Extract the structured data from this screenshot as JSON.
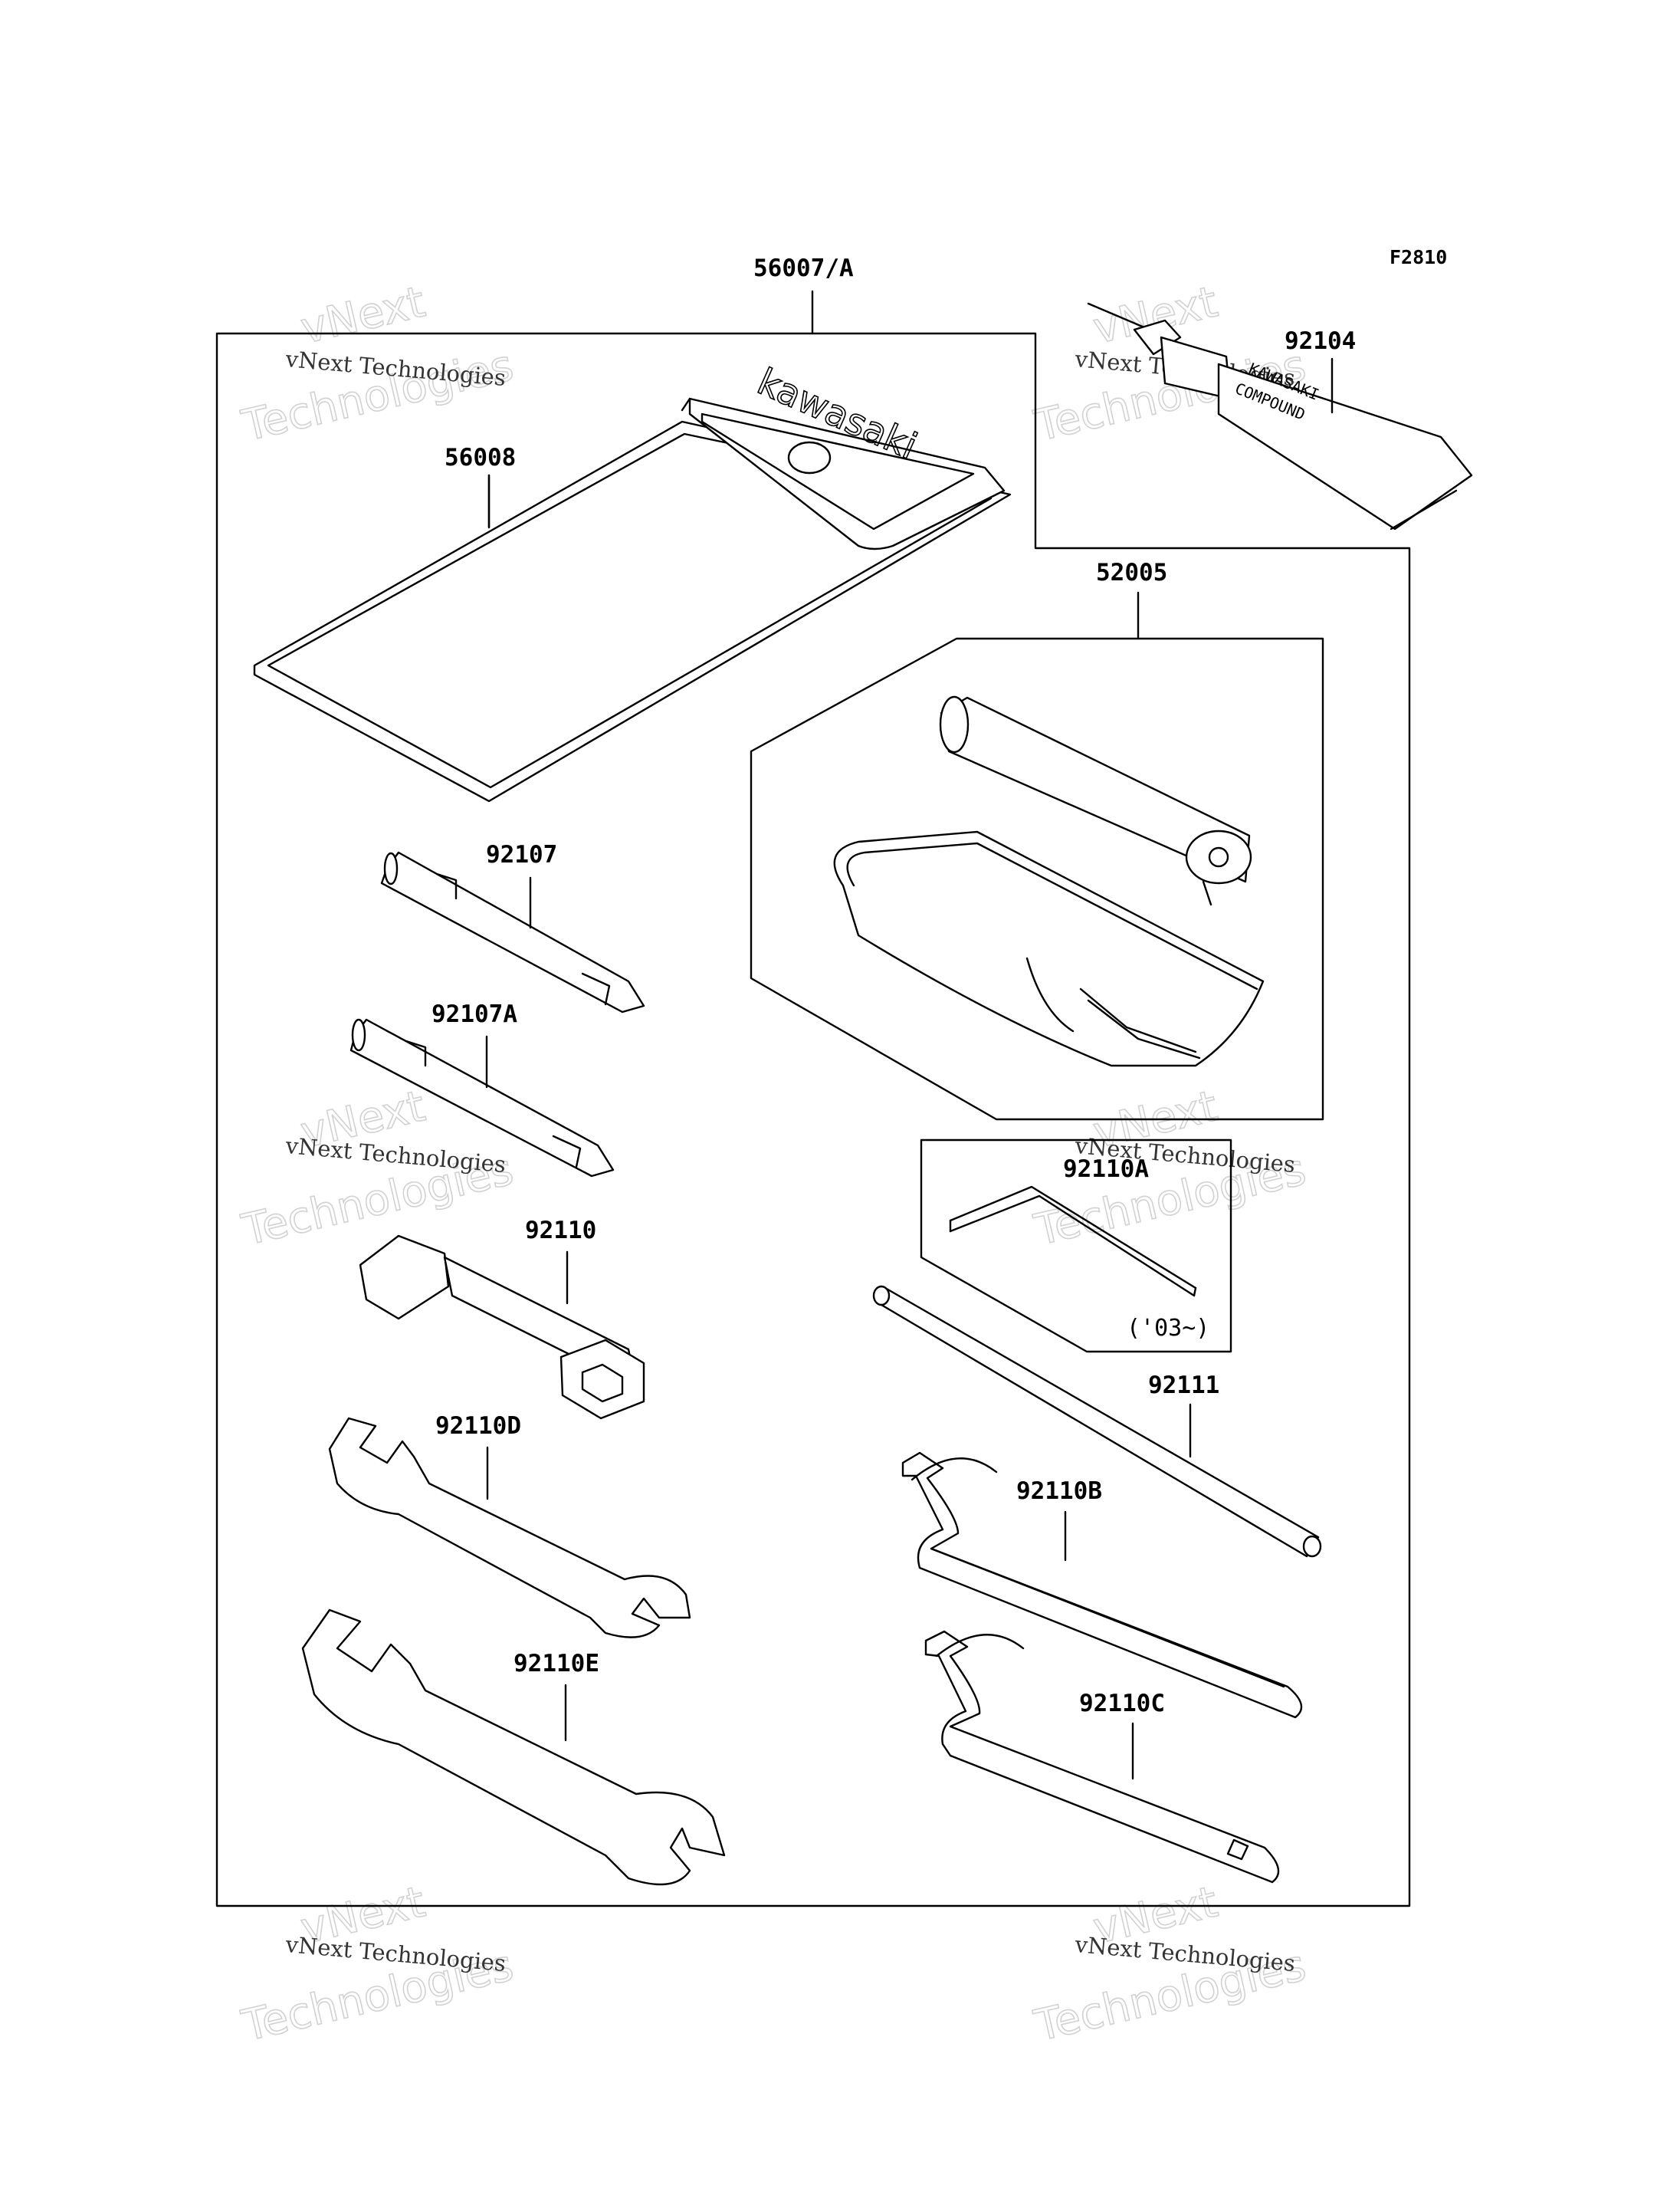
{
  "figure_code": "F2810",
  "labels": {
    "kit_assembly": "56007/A",
    "tool_bag": "56008",
    "grease": "92104",
    "tube_kit": "52005",
    "driver_bit": "92107",
    "driver_bit_a": "92107A",
    "hex_wrench_a": "92110A",
    "hex_wrench_note": "('03~)",
    "plug_wrench": "92110",
    "rod": "92111",
    "wrench_d": "92110D",
    "wrench_b": "92110B",
    "wrench_e": "92110E",
    "wrench_c": "92110C"
  },
  "bag_logo": "kawasaki",
  "tube_print": {
    "line1": "KAWASAKI",
    "line2": "COMPOUND"
  },
  "watermark": {
    "company": "vNext Technologies",
    "word1": "vNext",
    "word2": "Technologies"
  }
}
